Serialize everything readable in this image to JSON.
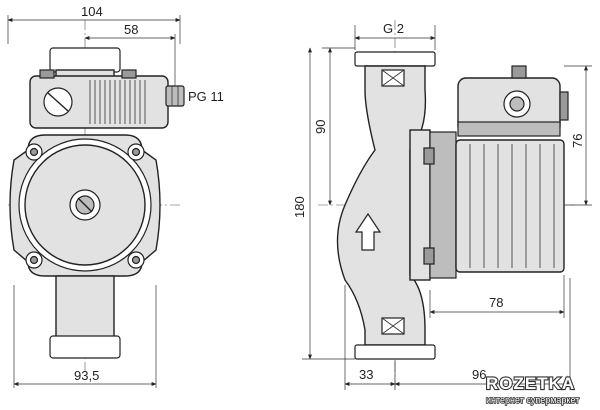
{
  "dimensions": {
    "front_total_width": "104",
    "front_box_width": "58",
    "cable_gland": "PG 11",
    "front_bottom_width": "93,5",
    "side_connection": "G 2",
    "side_upper_height": "90",
    "side_total_height": "180",
    "side_motor_height": "76",
    "side_motor_length": "78",
    "side_left_offset": "33",
    "side_right_offset": "96"
  },
  "watermark": {
    "brand": "ROZETKA",
    "tagline": "интернет супермаркет"
  },
  "colors": {
    "line": "#222222",
    "body_fill": "#e2e2e2",
    "dark_fill": "#9a9a9a"
  }
}
